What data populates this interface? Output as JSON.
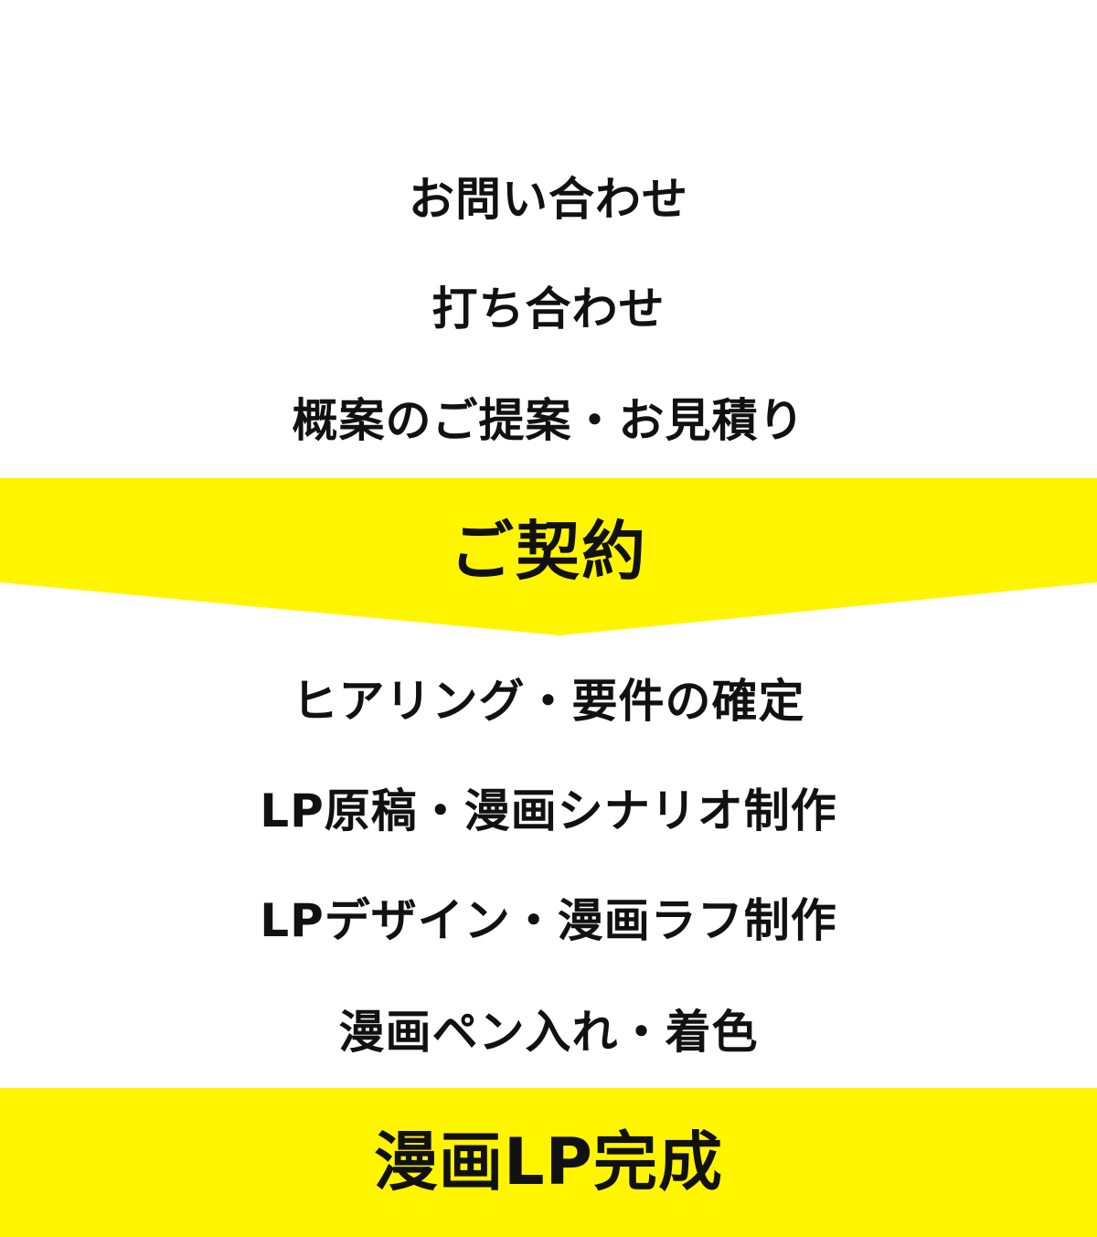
{
  "colors": {
    "accent": "#fff500",
    "text": "#111111",
    "background": "#ffffff"
  },
  "steps_before_contract": [
    "お問い合わせ",
    "打ち合わせ",
    "概案のご提案・お見積り"
  ],
  "contract_label": "ご契約",
  "steps_after_contract": [
    "ヒアリング・要件の確定",
    "LP原稿・漫画シナリオ制作",
    "LPデザイン・漫画ラフ制作",
    "漫画ペン入れ・着色"
  ],
  "complete_label": "漫画LP完成"
}
